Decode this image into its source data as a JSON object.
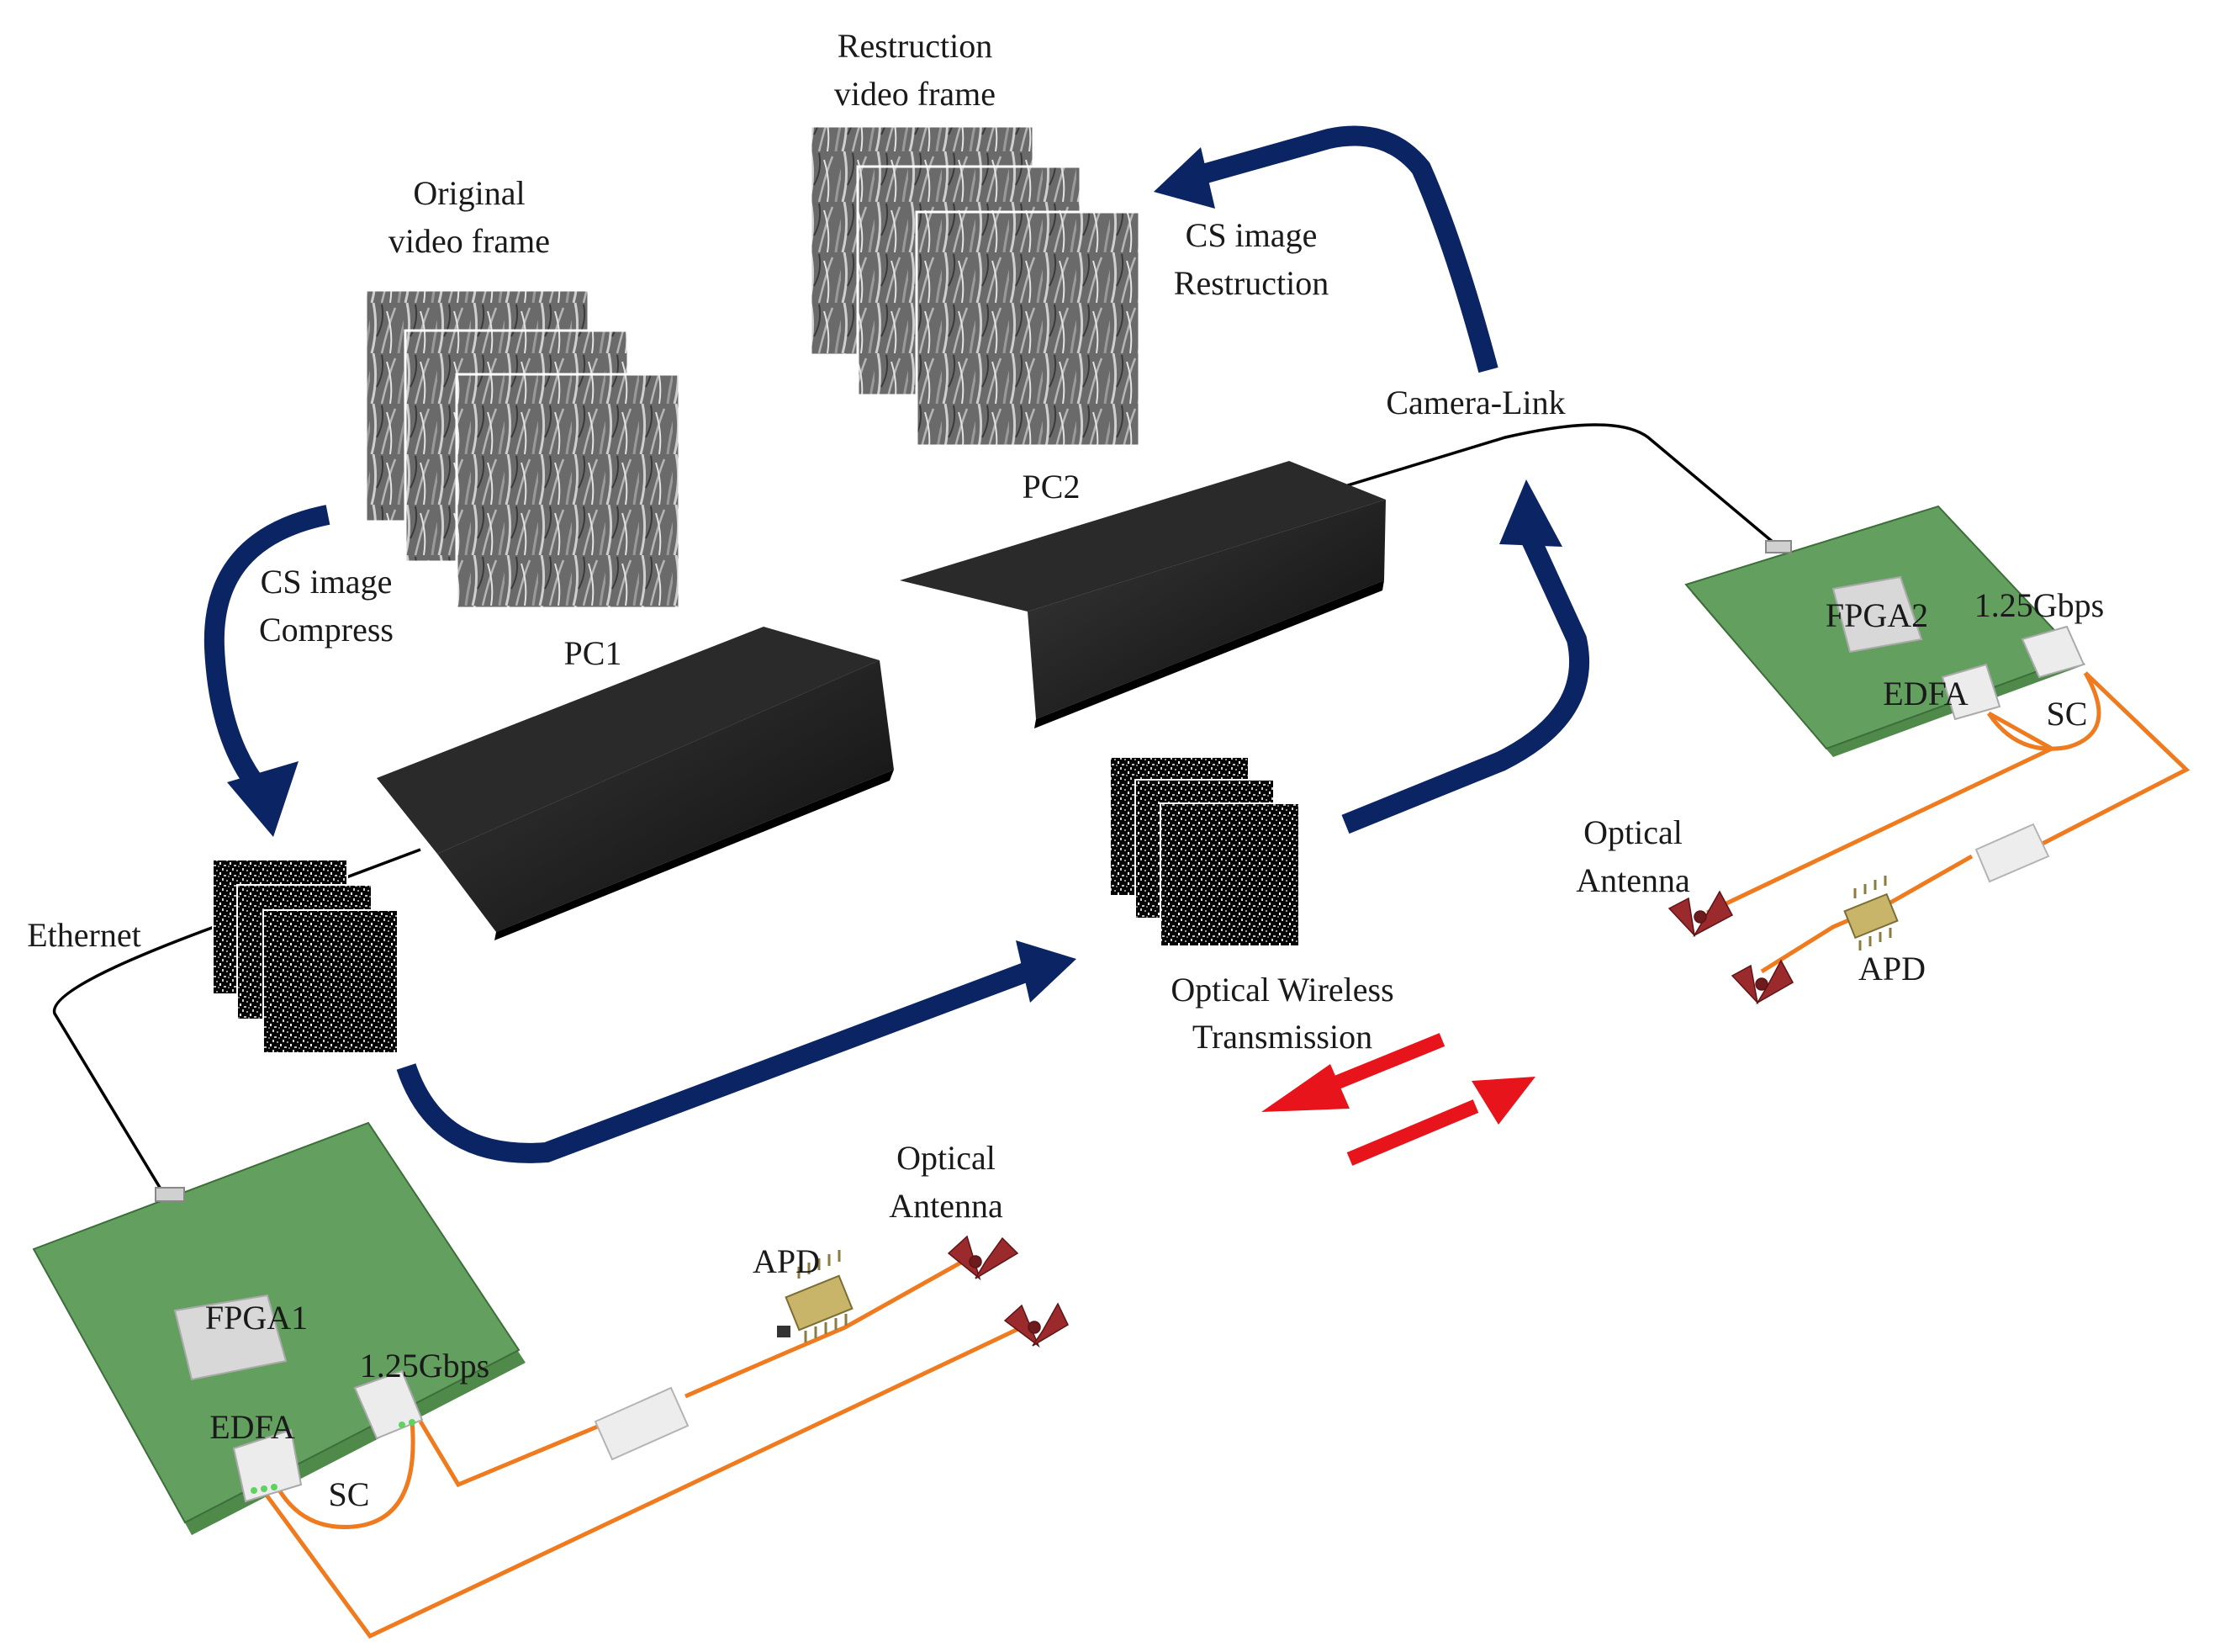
{
  "labels": {
    "original_frame_line1": "Original",
    "original_frame_line2": "video frame",
    "restruction_frame_line1": "Restruction",
    "restruction_frame_line2": "video frame",
    "cs_restruction_line1": "CS  image",
    "cs_restruction_line2": "Restruction",
    "cs_compress_line1": "CS image",
    "cs_compress_line2": "Compress",
    "pc1": "PC1",
    "pc2": "PC2",
    "camera_link": "Camera-Link",
    "ethernet": "Ethernet",
    "owt_line1": "Optical Wireless",
    "owt_line2": "Transmission",
    "fpga1": "FPGA1",
    "fpga2": "FPGA2",
    "rate1": "1.25Gbps",
    "rate2": "1.25Gbps",
    "edfa1": "EDFA",
    "edfa2": "EDFA",
    "sc1": "SC",
    "sc2": "SC",
    "apd1": "APD",
    "apd2": "APD",
    "antenna1_line1": "Optical",
    "antenna1_line2": "Antenna",
    "antenna2_line1": "Optical",
    "antenna2_line2": "Antenna"
  },
  "colors": {
    "flow_arrow": "#0b2463",
    "beam_arrow": "#e8141b",
    "fiber": "#f07a1e",
    "board": "#5e9a5a",
    "laptop": "#1e1e1e"
  },
  "icons": {
    "laptop": "laptop-icon",
    "antenna": "optical-antenna-icon",
    "apd": "apd-chip-icon",
    "frame": "video-frame-image",
    "noise": "compressed-noise-image"
  }
}
